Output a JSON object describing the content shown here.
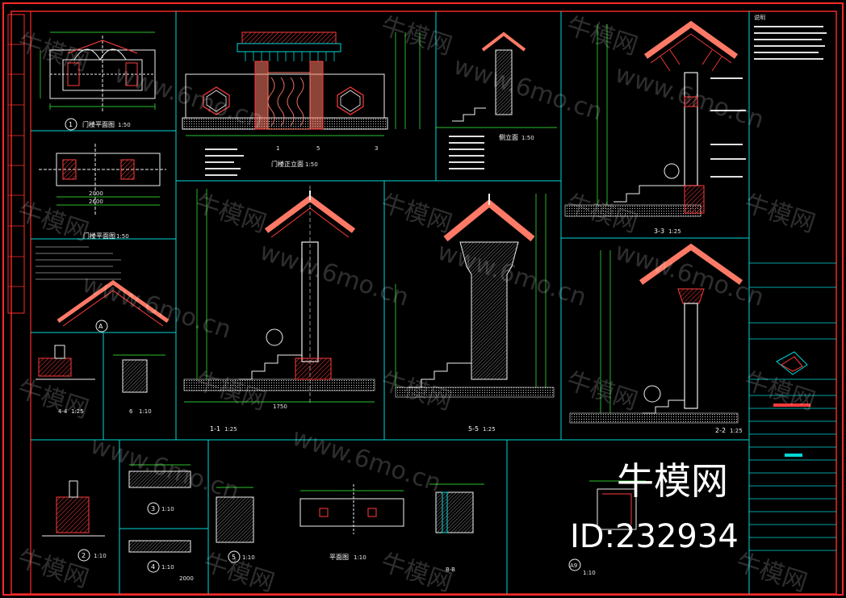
{
  "drawing": {
    "colors": {
      "background": "#000000",
      "frame": "#ff2a2a",
      "panel_border": "#00d8d8",
      "line_white": "#f0f0f0",
      "dim_green": "#39ff39",
      "hatch_red": "#ff3b3b",
      "brick_salmon": "#ff7a66",
      "text_gray": "#e0e0e0"
    },
    "watermark": {
      "brand": "牛模网",
      "site": "www.6mo.cn",
      "id": "ID:232934"
    },
    "titles": {
      "plan_roof": "门楼平面图",
      "plan_roof_scale": "1:50",
      "plan_roof_no": "1",
      "plan_base": "门楼平面图",
      "plan_base_scale": "1:50",
      "elevation": "门楼正立面",
      "elevation_scale": "1:50",
      "side_elevation": "侧立面",
      "side_elevation_scale": "1:50",
      "section_11": "1-1",
      "section_11_scale": "1:25",
      "section_55": "5-5",
      "section_55_scale": "1:25",
      "section_33": "3-3",
      "section_33_scale": "1:25",
      "section_22": "2-2",
      "section_22_scale": "1:25",
      "detail_a": "A",
      "detail_44": "4-4",
      "detail_44_scale": "1:25",
      "detail_2": "2",
      "detail_2_scale": "1:10",
      "detail_3": "3",
      "detail_3_scale": "1:10",
      "detail_4": "4",
      "detail_4_scale": "1:10",
      "detail_5": "5",
      "detail_5_scale": "1:10",
      "plan_small": "平面图",
      "plan_small_scale": "1:10",
      "detail_bb": "B-B",
      "detail_a9": "A9",
      "detail_a9_scale": "1:10",
      "detail_6": "6",
      "detail_6_scale": "1:10"
    },
    "labels": {
      "dim_2000": "2000",
      "dim_2600": "2600",
      "dim_1750": "1750",
      "grid_1": "1",
      "grid_5": "5",
      "grid_3": "3",
      "note_title": "说明"
    }
  }
}
